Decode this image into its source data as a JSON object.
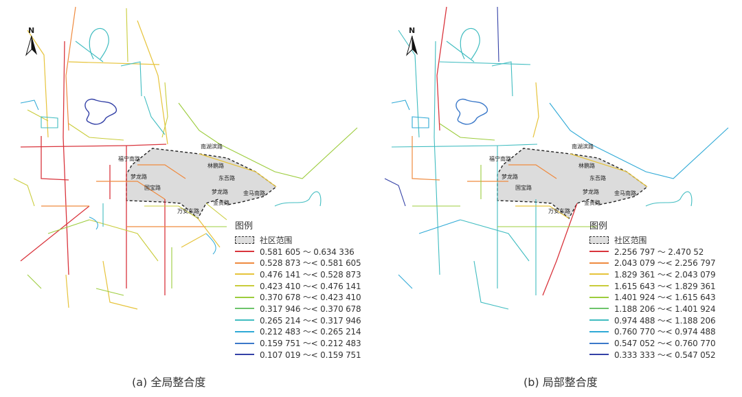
{
  "panels": [
    {
      "id": "a",
      "caption": "(a) 全局整合度",
      "north_label": "N",
      "road_labels": [
        {
          "id": "nanhu-binhu",
          "text": "南湖滨路"
        },
        {
          "id": "funing-nan",
          "text": "福宁南路"
        },
        {
          "id": "linpeng",
          "text": "林鹏路"
        },
        {
          "id": "dongwu",
          "text": "东吾路"
        },
        {
          "id": "menglong-1",
          "text": "梦龙路"
        },
        {
          "id": "guobao",
          "text": "国宝路"
        },
        {
          "id": "menglong-2",
          "text": "梦龙路"
        },
        {
          "id": "jinma-nan",
          "text": "金马南路"
        },
        {
          "id": "jingui",
          "text": "金贵路"
        },
        {
          "id": "wanan-dong",
          "text": "万安东路"
        }
      ],
      "legend": {
        "title": "图例",
        "community_label": "社区范围",
        "classes": [
          {
            "label": "0.581 605 ～ 0.634 336",
            "color": "#d9343c"
          },
          {
            "label": "0.528 873 ～< 0.581 605",
            "color": "#ef8a3e"
          },
          {
            "label": "0.476 141 ～< 0.528 873",
            "color": "#e6c33a"
          },
          {
            "label": "0.423 410 ～< 0.476 141",
            "color": "#c9cc3a"
          },
          {
            "label": "0.370 678 ～< 0.423 410",
            "color": "#9ccc3c"
          },
          {
            "label": "0.317 946 ～< 0.370 678",
            "color": "#6cc46a"
          },
          {
            "label": "0.265 214 ～< 0.317 946",
            "color": "#3fbcc0"
          },
          {
            "label": "0.212 483 ～< 0.265 214",
            "color": "#2ea9d6"
          },
          {
            "label": "0.159 751 ～< 0.212 483",
            "color": "#3a78c9"
          },
          {
            "label": "0.107 019 ～< 0.159 751",
            "color": "#3340a6"
          }
        ]
      }
    },
    {
      "id": "b",
      "caption": "(b) 局部整合度",
      "north_label": "N",
      "road_labels": [
        {
          "id": "nanhu-binhu",
          "text": "南湖滨路"
        },
        {
          "id": "funing-nan",
          "text": "福宁南路"
        },
        {
          "id": "linpeng",
          "text": "林鹏路"
        },
        {
          "id": "dongwu",
          "text": "东吾路"
        },
        {
          "id": "menglong-1",
          "text": "梦龙路"
        },
        {
          "id": "guobao",
          "text": "国宝路"
        },
        {
          "id": "menglong-2",
          "text": "梦龙路"
        },
        {
          "id": "jinma-nan",
          "text": "金马南路"
        },
        {
          "id": "jingui",
          "text": "金贵路"
        },
        {
          "id": "wanan-dong",
          "text": "万安东路"
        }
      ],
      "legend": {
        "title": "图例",
        "community_label": "社区范围",
        "classes": [
          {
            "label": "2.256 797 ～ 2.470 52",
            "color": "#d9343c"
          },
          {
            "label": "2.043 079 ～< 2.256 797",
            "color": "#ef8a3e"
          },
          {
            "label": "1.829 361 ～< 2.043 079",
            "color": "#e6c33a"
          },
          {
            "label": "1.615 643 ～< 1.829 361",
            "color": "#c9cc3a"
          },
          {
            "label": "1.401 924 ～< 1.615 643",
            "color": "#9ccc3c"
          },
          {
            "label": "1.188 206 ～< 1.401 924",
            "color": "#6cc46a"
          },
          {
            "label": "0.974 488 ～< 1.188 206",
            "color": "#3fbcc0"
          },
          {
            "label": "0.760 770 ～< 0.974 488",
            "color": "#2ea9d6"
          },
          {
            "label": "0.547 052 ～< 0.760 770",
            "color": "#3a78c9"
          },
          {
            "label": "0.333 333 ～< 0.547 052",
            "color": "#3340a6"
          }
        ]
      }
    }
  ]
}
